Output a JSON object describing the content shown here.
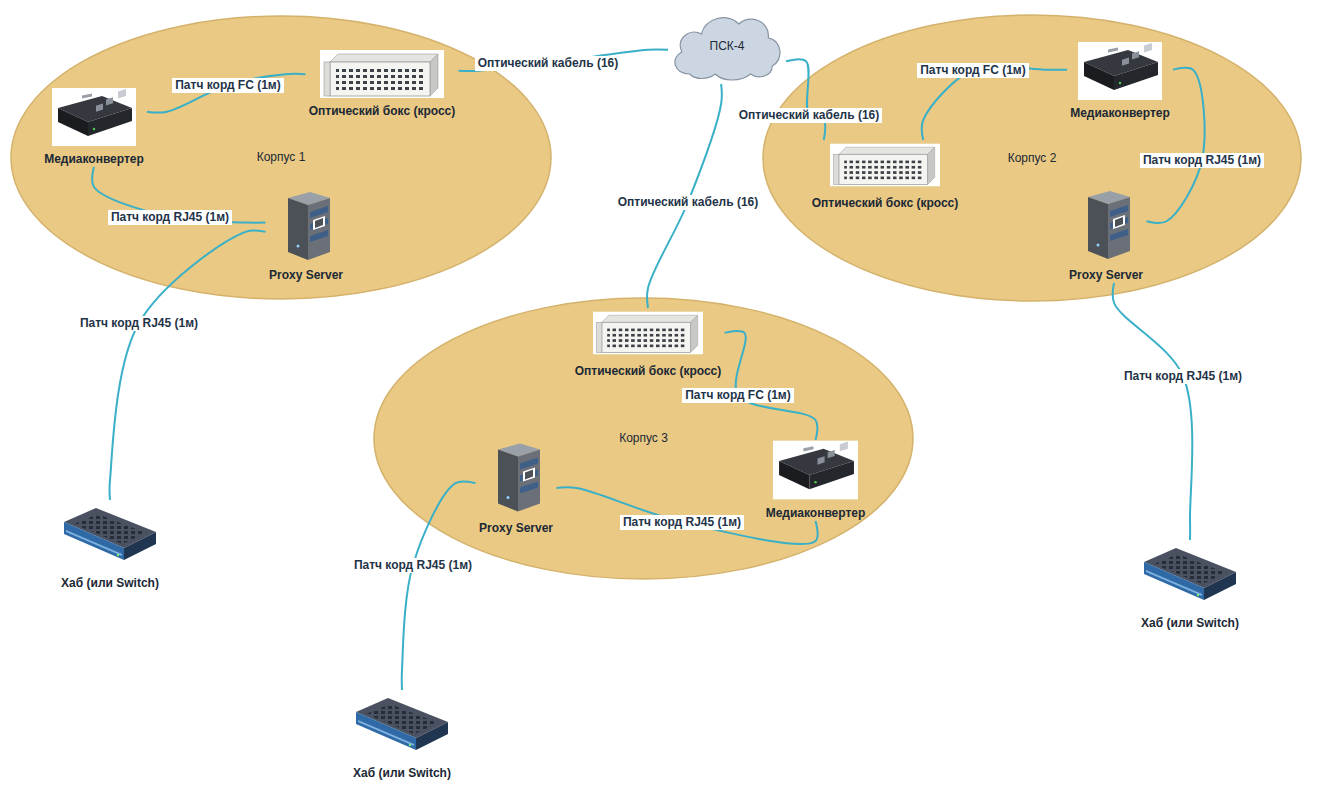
{
  "diagram": {
    "nodes": [
      {
        "text": [
          "Корпус 1"
        ]
      },
      {
        "text": [
          "Медиаконвертер"
        ],
        "in": 0
      },
      {
        "text": [
          "Оптический бокс (кросс)"
        ],
        "in": 0
      },
      {
        "text": [
          "Proxy Server"
        ],
        "in": 0
      },
      {
        "text": [
          "ПСК-4"
        ]
      },
      {
        "text": [
          "Корпус 2"
        ]
      },
      {
        "text": [
          "Медиаконвертер"
        ],
        "in": 5
      },
      {
        "text": [
          "Оптический бокс (кросс)"
        ],
        "in": 5
      },
      {
        "text": [
          "Proxy Server"
        ],
        "in": 5
      },
      {
        "text": [
          "Корпус 3"
        ]
      },
      {
        "text": [
          "Оптический бокс (кросс)"
        ],
        "in": 9
      },
      {
        "text": [
          "Медиаконвертер"
        ],
        "in": 9
      },
      {
        "text": [
          "Proxy Server"
        ],
        "in": 9
      },
      {
        "text": [
          "Хаб (или Switch)"
        ]
      },
      {
        "text": [
          "Хаб (или Switch)"
        ]
      },
      {
        "text": [
          "Хаб (или Switch)"
        ]
      }
    ],
    "edges": [
      {
        "from": 1,
        "to": 2,
        "arrow": "none",
        "label": "Патч корд FC (1м)"
      },
      {
        "from": 1,
        "to": 3,
        "arrow": "none",
        "label": "Патч корд RJ45 (1м)"
      },
      {
        "from": 2,
        "to": 4,
        "arrow": "none",
        "label": "Оптический кабель (16)"
      },
      {
        "from": 3,
        "to": 13,
        "arrow": "none",
        "label": "Патч корд RJ45 (1м)"
      },
      {
        "from": 4,
        "to": 7,
        "arrow": "none",
        "label": "Оптический кабель (16)"
      },
      {
        "from": 7,
        "to": 6,
        "arrow": "none",
        "label": "Патч корд FC (1м)"
      },
      {
        "from": 6,
        "to": 8,
        "arrow": "none",
        "label": "Патч корд RJ45 (1м)"
      },
      {
        "from": 8,
        "to": 15,
        "arrow": "none",
        "label": "Патч корд RJ45 (1м)"
      },
      {
        "from": 4,
        "to": 10,
        "arrow": "none",
        "label": "Оптический кабель (16)"
      },
      {
        "from": 10,
        "to": 11,
        "arrow": "none",
        "label": "Патч корд FC (1м)"
      },
      {
        "from": 11,
        "to": 12,
        "arrow": "none",
        "label": "Патч корд RJ45 (1м)"
      },
      {
        "from": 12,
        "to": 14,
        "arrow": "none",
        "label": "Патч корд RJ45 (1м)"
      }
    ]
  }
}
